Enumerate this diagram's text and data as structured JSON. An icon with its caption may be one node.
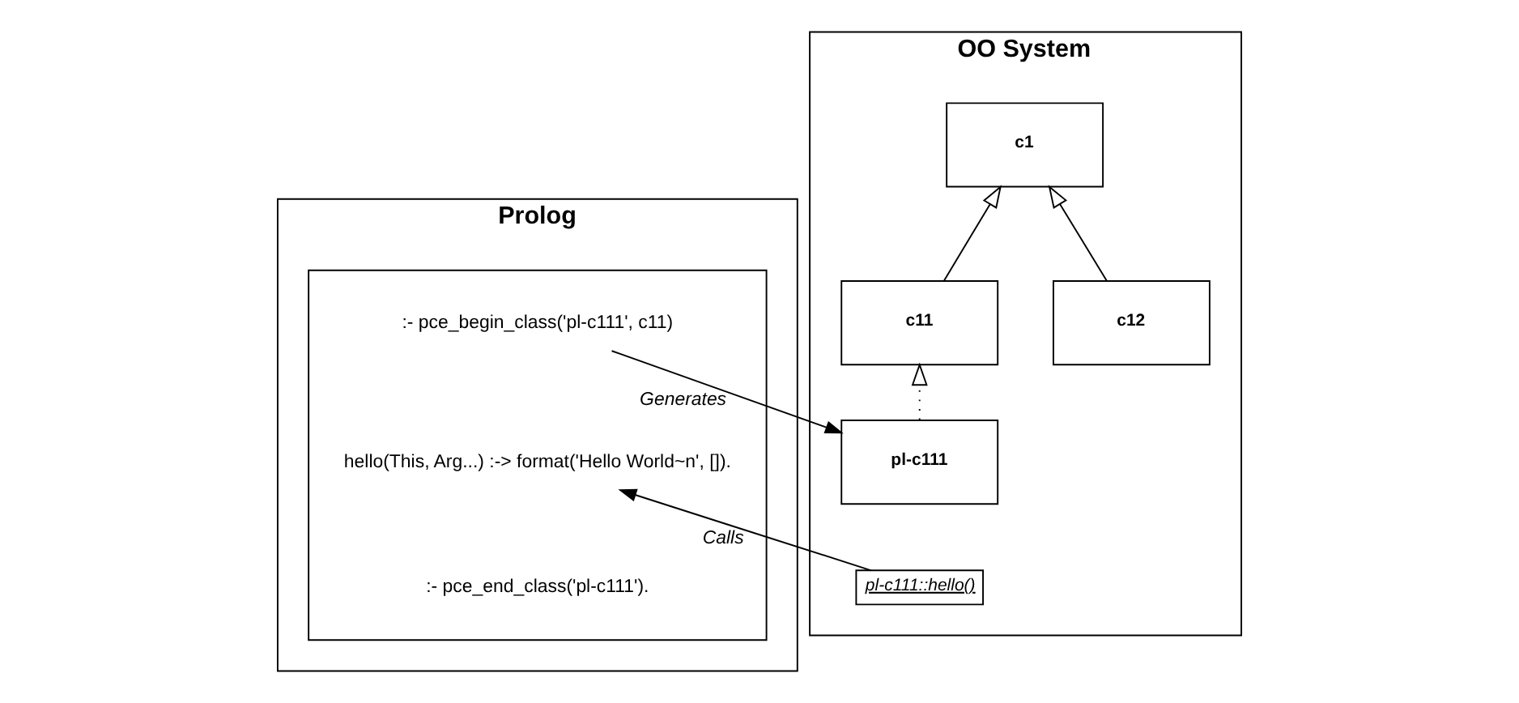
{
  "diagram": {
    "nodes": [
      {
        "text": [
          "Prolog"
        ]
      },
      {
        "text": [
          "OO System"
        ]
      },
      {
        "text": [],
        "shape": "box",
        "in": 0
      },
      {
        "text": [
          ":- pce_begin_class('pl-c111', c11)"
        ],
        "in": 2
      },
      {
        "text": [
          "hello(This, Arg...) :-> format('Hello World~n', [])."
        ],
        "in": 2
      },
      {
        "text": [
          ":- pce_end_class('pl-c111')."
        ],
        "in": 2
      },
      {
        "text": [
          "c1"
        ],
        "in": 1
      },
      {
        "text": [
          "c11"
        ],
        "in": 1
      },
      {
        "text": [
          "c12"
        ],
        "in": 1
      },
      {
        "text": [
          "pl-c111"
        ],
        "in": 1
      },
      {
        "text": [
          "pl-c111::hello()"
        ],
        "in": 1
      }
    ],
    "edges": [
      {
        "from": 7,
        "to": 6,
        "arrow": "to"
      },
      {
        "from": 8,
        "to": 6,
        "arrow": "to"
      },
      {
        "from": 9,
        "to": 7,
        "arrow": "to",
        "style": "dashed"
      },
      {
        "from": 3,
        "to": 9,
        "arrow": "to",
        "label": "Generates"
      },
      {
        "from": 10,
        "to": 4,
        "arrow": "to",
        "label": "Calls"
      }
    ]
  }
}
